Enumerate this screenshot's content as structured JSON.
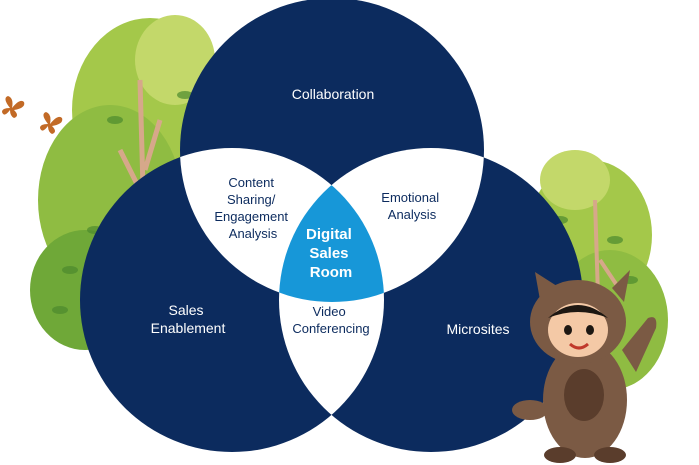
{
  "diagram": {
    "circles": {
      "top": "Collaboration",
      "left": [
        "Sales",
        "Enablement"
      ],
      "right": "Microsites"
    },
    "overlaps": {
      "top_left": [
        "Content",
        "Sharing/",
        "Engagement",
        "Analysis"
      ],
      "top_right": [
        "Emotional",
        "Analysis"
      ],
      "bottom": [
        "Video",
        "Conferencing"
      ]
    },
    "center": [
      "Digital",
      "Sales",
      "Room"
    ]
  },
  "colors": {
    "circle": "#0c2b5e",
    "overlap": "#ffffff",
    "center": "#1797d8",
    "tree_light": "#a4c84a",
    "tree_dark": "#4c8a2e",
    "mascot_fur": "#7b5a44",
    "butterfly": "#c26a26"
  },
  "decor": {
    "left_tree": "tree-illustration",
    "right_tree": "tree-illustration",
    "mascot": "raccoon-mascot-waving",
    "butterflies": [
      "butterfly-icon",
      "butterfly-icon"
    ]
  }
}
